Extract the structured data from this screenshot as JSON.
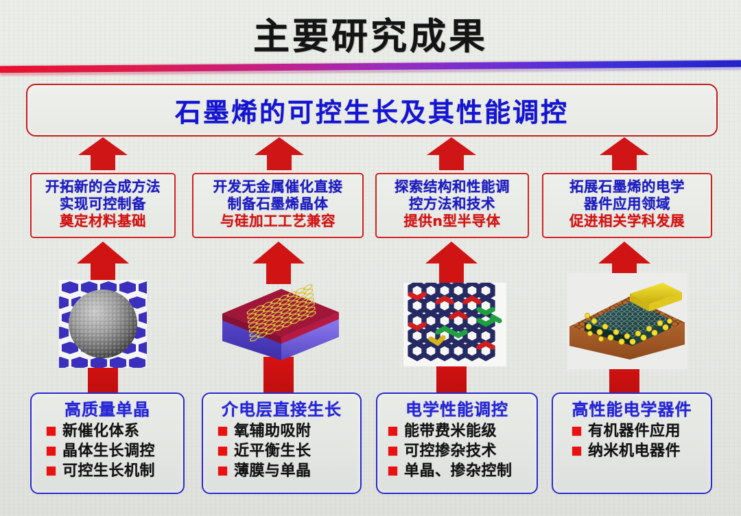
{
  "slide": {
    "title": "主要研究成果",
    "banner": "石墨烯的可控生长及其性能调控",
    "accent_red": "#d02020",
    "accent_blue": "#1b1bc8",
    "divider_from": "#e8112d",
    "divider_to": "#2222cc"
  },
  "columns": [
    {
      "goal": {
        "lines": [
          {
            "text": "开拓新的合成方法",
            "color": "blue"
          },
          {
            "text": "实现可控制备",
            "color": "blue"
          },
          {
            "text": "奠定材料基础",
            "color": "red"
          }
        ]
      },
      "figure": {
        "name": "graphene-sphere-on-hex-lattice"
      },
      "result": {
        "heading": "高质量单晶",
        "items": [
          "新催化体系",
          "晶体生长调控",
          "可控生长机制"
        ]
      }
    },
    {
      "goal": {
        "lines": [
          {
            "text": "开发无金属催化直接",
            "color": "blue"
          },
          {
            "text": "制备石墨烯晶体",
            "color": "blue"
          },
          {
            "text": "与硅加工工艺兼容",
            "color": "red"
          }
        ]
      },
      "figure": {
        "name": "dielectric-slab-with-honeycomb-film"
      },
      "result": {
        "heading": "介电层直接生长",
        "items": [
          "氧辅助吸附",
          "近平衡生长",
          "薄膜与单晶"
        ]
      }
    },
    {
      "goal": {
        "lines": [
          {
            "text": "探索结构和性能调",
            "color": "blue"
          },
          {
            "text": "控方法和技术",
            "color": "blue"
          },
          {
            "text": "提供n型半导体",
            "color": "red"
          }
        ]
      },
      "figure": {
        "name": "doped-graphene-lattice"
      },
      "result": {
        "heading": "电学性能调控",
        "items": [
          "能带费米能级",
          "可控掺杂技术",
          "单晶、掺杂控制"
        ]
      }
    },
    {
      "goal": {
        "lines": [
          {
            "text": "拓展石墨烯的电学",
            "color": "blue"
          },
          {
            "text": "器件应用领域",
            "color": "blue"
          },
          {
            "text": "促进相关学科发展",
            "color": "red"
          }
        ]
      },
      "figure": {
        "name": "graphene-electronic-device-stack"
      },
      "result": {
        "heading": "高性能电学器件",
        "items": [
          "有机器件应用",
          "纳米机电器件"
        ]
      }
    }
  ]
}
